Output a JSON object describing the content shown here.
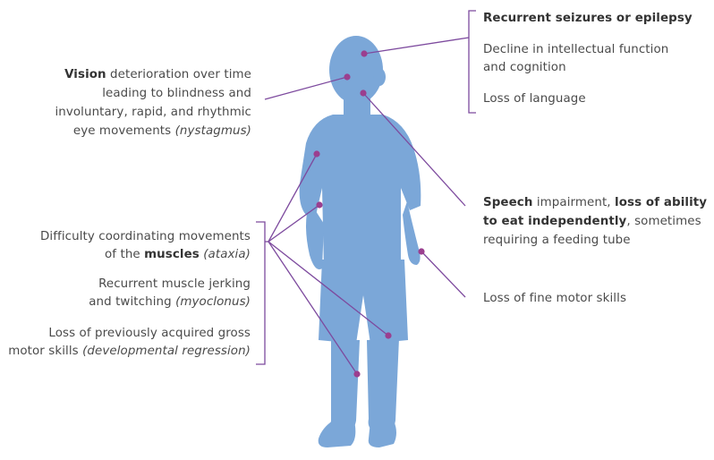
{
  "colors": {
    "silhouette": "#7ba7d8",
    "connector": "#7d4a9e",
    "dot": "#9b3f8f",
    "text": "#4a4a4a"
  },
  "labels": {
    "seizures": {
      "bold": "Recurrent seizures or epilepsy"
    },
    "intellect": {
      "line1": "Decline in intellectual function",
      "line2": "and cognition"
    },
    "language": {
      "text": "Loss of language"
    },
    "vision": {
      "bold": "Vision",
      "line1_rest": " deterioration over time",
      "line2": "leading to blindness and",
      "line3": "involuntary, rapid, and rhythmic",
      "line4_pre": "eye movements ",
      "line4_italic": "(nystagmus)"
    },
    "speech": {
      "bold1": "Speech",
      "line1_mid": " impairment, ",
      "bold2": "loss of ability",
      "bold3": "to eat independently",
      "line2_rest": ", sometimes",
      "line3": "requiring a feeding tube"
    },
    "fine_motor": {
      "text": "Loss of fine motor skills"
    },
    "ataxia": {
      "line1": "Difficulty coordinating movements",
      "line2_pre": "of the ",
      "line2_bold": "muscles",
      "line2_italic": " (ataxia)"
    },
    "myoclonus": {
      "line1": "Recurrent muscle jerking",
      "line2_pre": "and twitching ",
      "line2_italic": "(myoclonus)"
    },
    "gross_motor": {
      "line1": "Loss of previously acquired gross",
      "line2_pre": "motor skills ",
      "line2_italic": "(developmental regression)"
    }
  }
}
